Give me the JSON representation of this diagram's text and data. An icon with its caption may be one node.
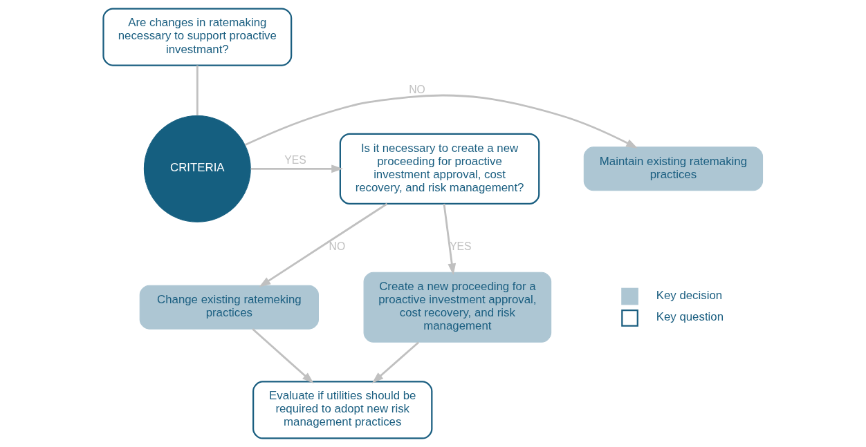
{
  "diagram": {
    "nodes": [
      {
        "text": [
          "Are changes in ratemaking necessary to support proactive investmant?"
        ]
      },
      {
        "text": [
          "CRITERIA"
        ]
      },
      {
        "text": [
          "Maintain existing ratemaking practices"
        ]
      },
      {
        "text": [
          "Is it necessary to create a new proceeding for proactive investment approval, cost recovery, and risk management?"
        ]
      },
      {
        "text": [
          "Change existing ratemeking practices"
        ]
      },
      {
        "text": [
          "Create a new proceeding for a proactive investment approval, cost recovery, and risk management"
        ]
      },
      {
        "text": [
          "Evaluate if utilities should be required to adopt new risk management practices"
        ]
      }
    ],
    "edges": [
      {
        "from": 0,
        "to": 1,
        "arrow": "none"
      },
      {
        "from": 1,
        "to": 2,
        "arrow": "to",
        "label": "NO"
      },
      {
        "from": 1,
        "to": 3,
        "arrow": "to",
        "label": "YES"
      },
      {
        "from": 3,
        "to": 4,
        "arrow": "to",
        "label": "NO"
      },
      {
        "from": 3,
        "to": 5,
        "arrow": "to",
        "label": "YES"
      },
      {
        "from": 4,
        "to": 6,
        "arrow": "to"
      },
      {
        "from": 5,
        "to": 6,
        "arrow": "to"
      }
    ],
    "legend": [
      {
        "text": "Key decision",
        "color": "#adc6d3"
      },
      {
        "text": "Key question"
      }
    ]
  }
}
